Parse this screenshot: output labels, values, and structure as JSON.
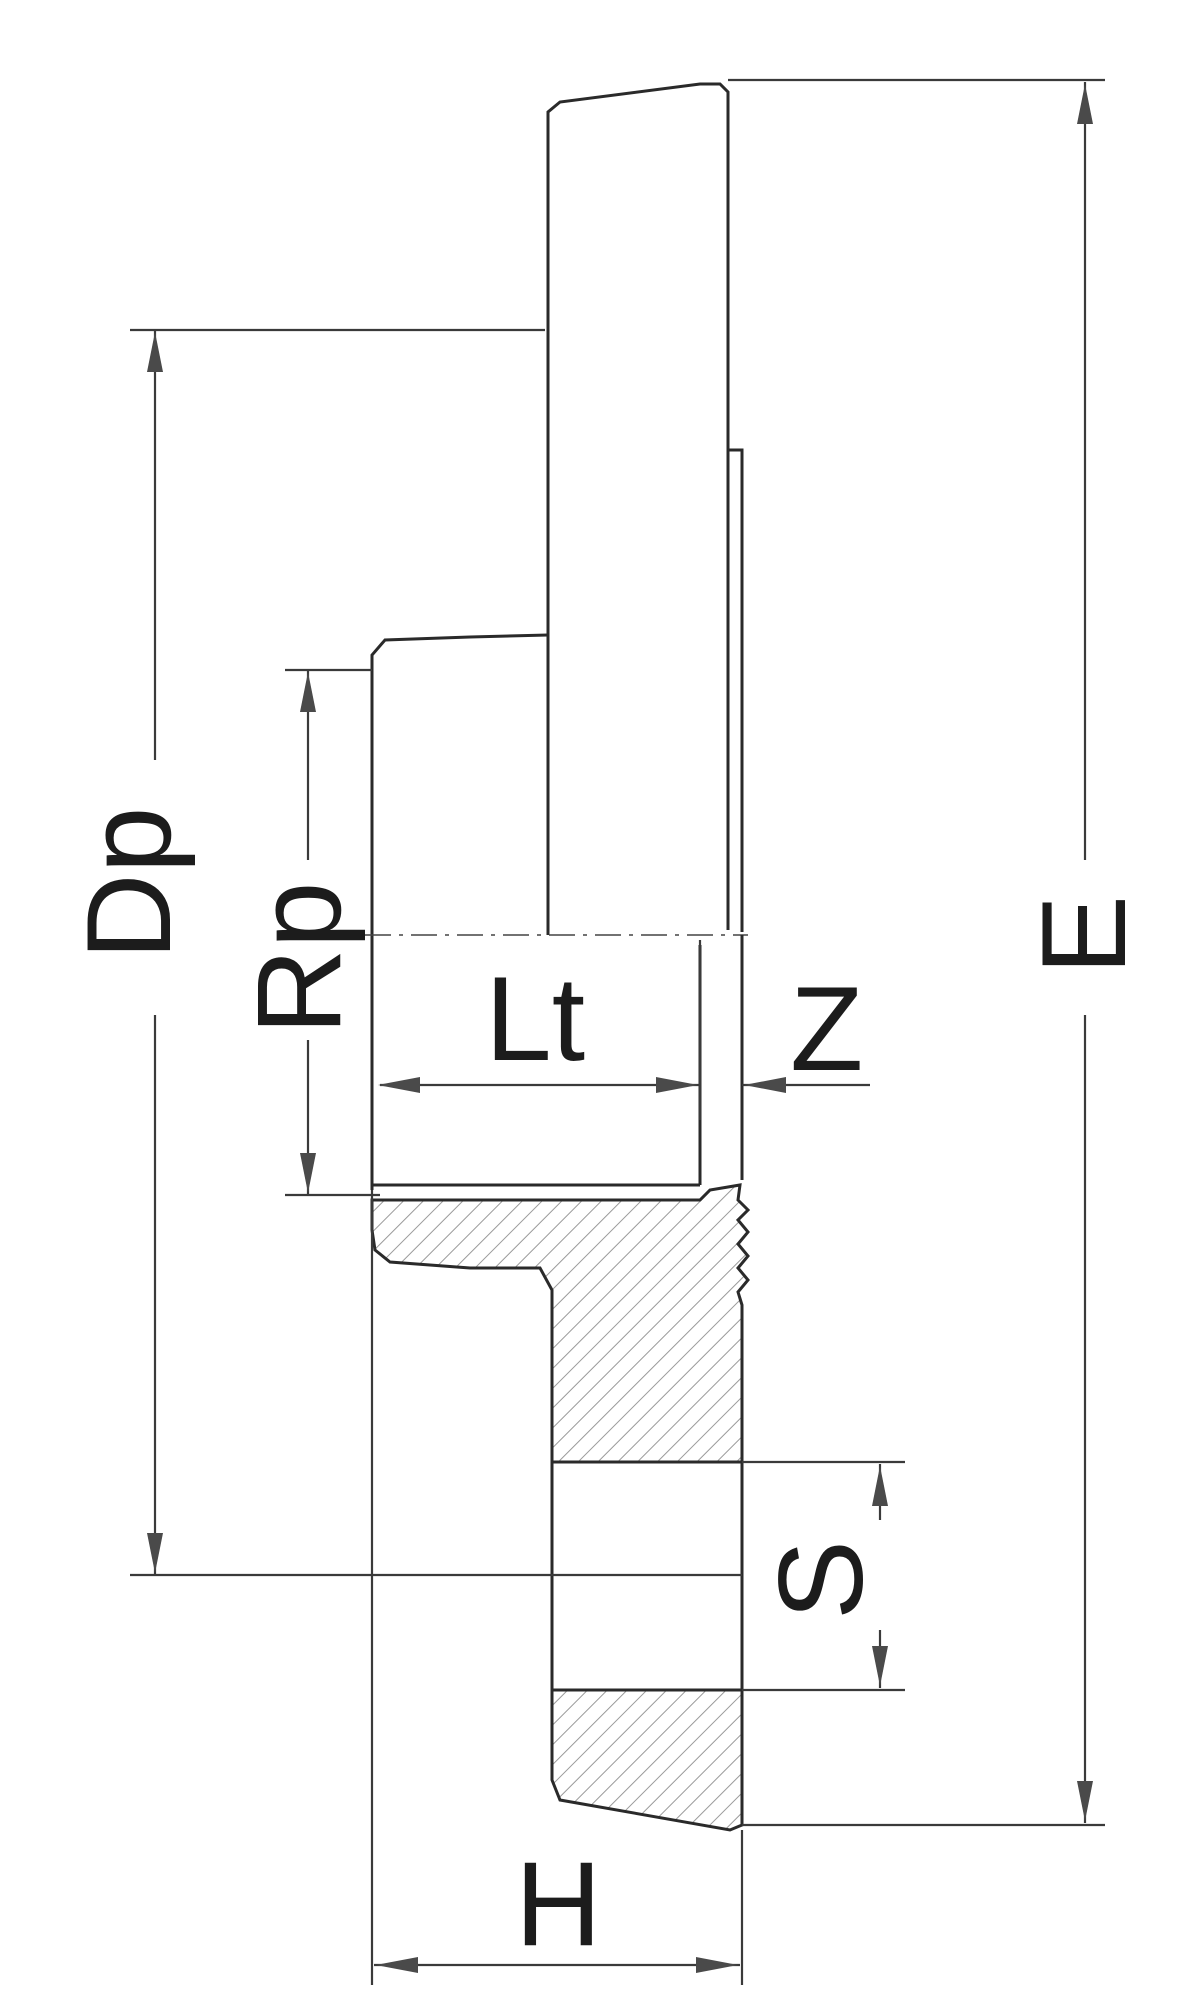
{
  "labels": {
    "dp": "Dp",
    "rp": "Rp",
    "lt": "Lt",
    "z": "Z",
    "e": "E",
    "s": "S",
    "h": "H"
  },
  "colors": {
    "line": "#2a2a2a",
    "hatch": "#9a9a9a",
    "background": "#ffffff"
  }
}
